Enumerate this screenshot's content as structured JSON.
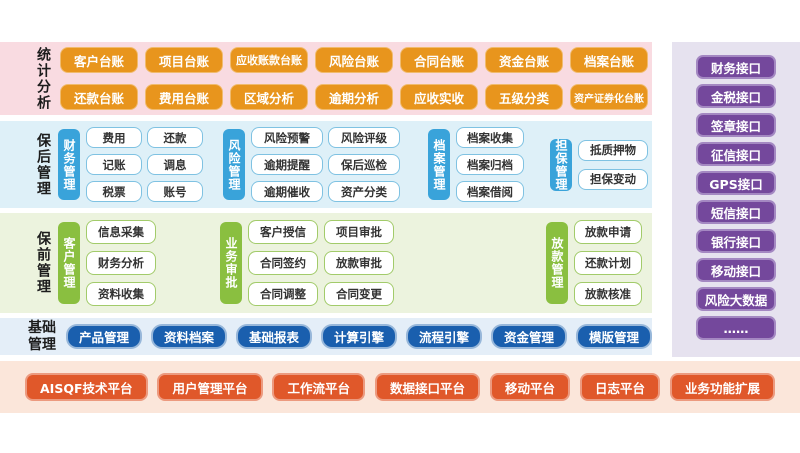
{
  "colors": {
    "stats_band": "#f9dbe1",
    "post_band": "#def0f8",
    "pre_band": "#ecf3de",
    "base_band": "#e4eef8",
    "platform_band": "#fbe6da",
    "interface_band": "#e6e2ef",
    "stats_button": "#e8951d",
    "post_group_label": "#39a3da",
    "pre_group_label": "#8abf40",
    "base_button": "#1a5fae",
    "platform_button": "#e0582a",
    "interface_button": "#74489c"
  },
  "stats": {
    "label": "统计分析",
    "rows": [
      [
        "客户台账",
        "项目台账",
        "应收账款台账",
        "风险台账",
        "合同台账",
        "资金台账",
        "档案台账"
      ],
      [
        "还款台账",
        "费用台账",
        "区域分析",
        "逾期分析",
        "应收实收",
        "五级分类",
        "资产证券化台账"
      ]
    ]
  },
  "post_loan": {
    "label": "保后管理",
    "groups": [
      {
        "name": "财务管理",
        "items": [
          "费用",
          "还款",
          "记账",
          "调息",
          "税票",
          "账号"
        ]
      },
      {
        "name": "风险管理",
        "items": [
          "风险预警",
          "风险评级",
          "逾期提醒",
          "保后巡检",
          "逾期催收",
          "资产分类"
        ]
      },
      {
        "name": "档案管理",
        "items": [
          "档案收集",
          "档案归档",
          "档案借阅"
        ]
      },
      {
        "name": "担保管理",
        "items": [
          "抵质押物",
          "担保变动"
        ]
      }
    ]
  },
  "pre_loan": {
    "label": "保前管理",
    "groups": [
      {
        "name": "客户管理",
        "items": [
          "信息采集",
          "财务分析",
          "资料收集"
        ]
      },
      {
        "name": "业务审批",
        "items": [
          "客户授信",
          "项目审批",
          "合同签约",
          "放款审批",
          "合同调整",
          "合同变更"
        ]
      },
      {
        "name": "放款管理",
        "items": [
          "放款申请",
          "还款计划",
          "放款核准"
        ]
      }
    ]
  },
  "base": {
    "label": "基础管理",
    "items": [
      "产品管理",
      "资料档案",
      "基础报表",
      "计算引擎",
      "流程引擎",
      "资金管理",
      "模版管理"
    ]
  },
  "platforms": {
    "items": [
      "AISQF技术平台",
      "用户管理平台",
      "工作流平台",
      "数据接口平台",
      "移动平台",
      "日志平台"
    ],
    "extension": "业务功能扩展"
  },
  "interfaces": {
    "items": [
      "财务接口",
      "金税接口",
      "签章接口",
      "征信接口",
      "GPS接口",
      "短信接口",
      "银行接口",
      "移动接口",
      "风险大数据",
      "……"
    ]
  }
}
